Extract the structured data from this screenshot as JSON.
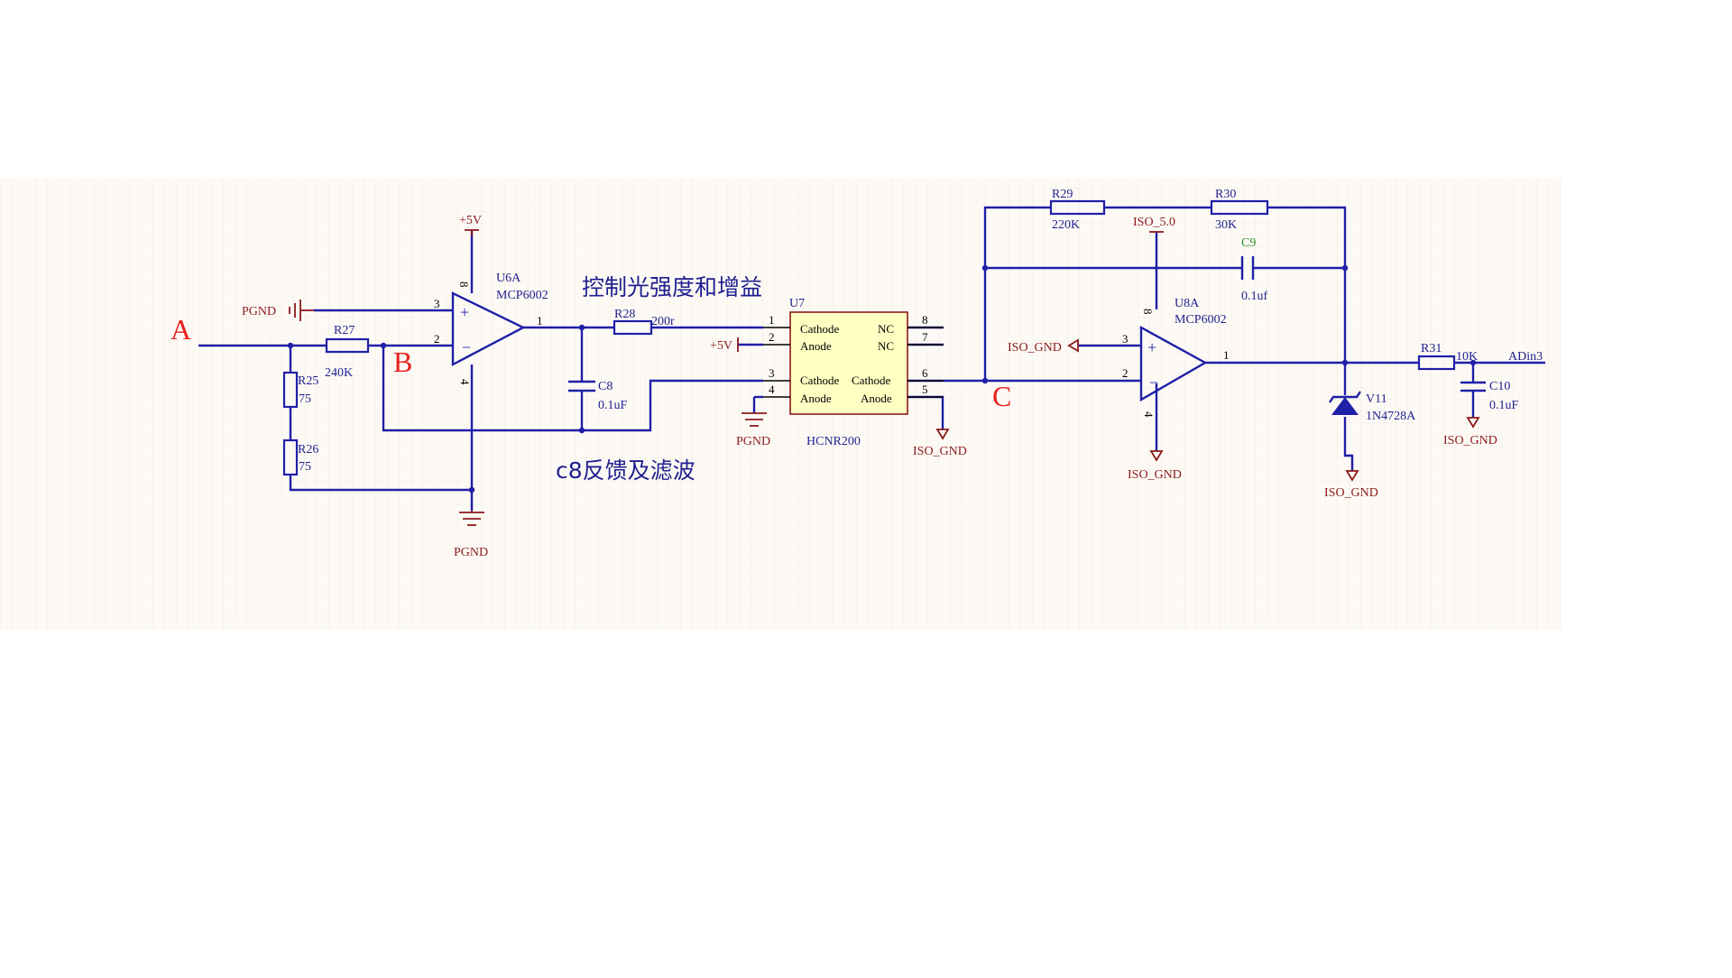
{
  "annotations": {
    "node_a": "A",
    "node_b": "B",
    "node_c": "C",
    "note_light_gain": "控制光强度和增益",
    "note_feedback": "c8反馈及滤波"
  },
  "colors": {
    "wire": "#1f1fa8",
    "power_ground": "#8b1a1a",
    "annotation_letters": "#e8201e",
    "component_body": "#ffffc2",
    "grid_background": "#fdfaf5"
  },
  "components": {
    "u6a": {
      "ref": "U6A",
      "part": "MCP6002",
      "pin_top": "8",
      "pin_bottom": "4",
      "pin_plus": "3",
      "pin_minus": "2",
      "pin_out": "1"
    },
    "u8a": {
      "ref": "U8A",
      "part": "MCP6002",
      "pin_top": "8",
      "pin_bottom": "4",
      "pin_plus": "3",
      "pin_minus": "2",
      "pin_out": "1"
    },
    "u7": {
      "ref": "U7",
      "part": "HCNR200",
      "row1_left": "Cathode",
      "row1_right": "NC",
      "row2_left": "Anode",
      "row2_right": "NC",
      "row3_left": "Cathode",
      "row3_right": "Cathode",
      "row4_left": "Anode",
      "row4_right": "Anode",
      "pin1": "1",
      "pin2": "2",
      "pin3": "3",
      "pin4": "4",
      "pin5": "5",
      "pin6": "6",
      "pin7": "7",
      "pin8": "8"
    },
    "r25": {
      "ref": "R25",
      "value": "75"
    },
    "r26": {
      "ref": "R26",
      "value": "75"
    },
    "r27": {
      "ref": "R27",
      "value": "240K"
    },
    "r28": {
      "ref": "R28",
      "value": "200r"
    },
    "r29": {
      "ref": "R29",
      "value": "220K"
    },
    "r30": {
      "ref": "R30",
      "value": "30K"
    },
    "r31": {
      "ref": "R31",
      "value": "10K"
    },
    "c8": {
      "ref": "C8",
      "value": "0.1uF"
    },
    "c9": {
      "ref": "C9",
      "value": "0.1uf"
    },
    "c10": {
      "ref": "C10",
      "value": "0.1uF"
    },
    "v11": {
      "ref": "V11",
      "part": "1N4728A"
    }
  },
  "nets": {
    "pgnd": "PGND",
    "plus5v": "+5V",
    "iso_gnd": "ISO_GND",
    "iso_5v": "ISO_5.0",
    "output": "ADin3"
  }
}
